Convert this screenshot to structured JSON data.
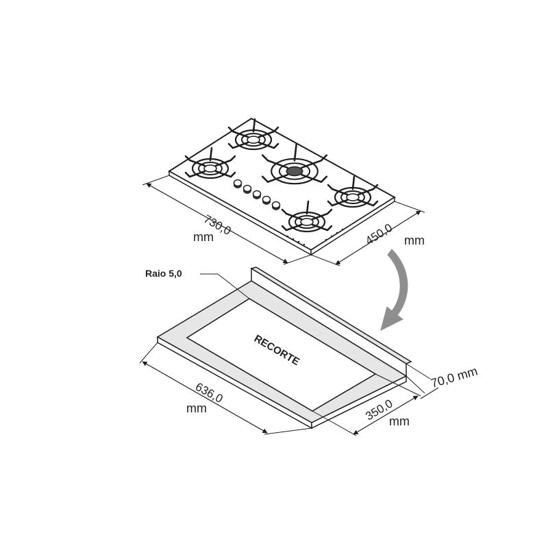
{
  "cooktop": {
    "width_label": "730,0",
    "width_unit": "mm",
    "depth_label": "450,0",
    "depth_unit": "mm",
    "burner_count": 5,
    "knob_count": 5
  },
  "cutout": {
    "title": "RECORTE",
    "radius_label": "Raio 5,0",
    "width_label": "636,0",
    "width_unit": "mm",
    "depth_label": "350,0",
    "depth_unit": "mm",
    "backsplash_label": "70,0 mm"
  },
  "colors": {
    "line": "#1e1e1e",
    "counter_fill": "#e6e6e6",
    "arrow_fill": "#8e8e8e",
    "background": "#ffffff"
  }
}
